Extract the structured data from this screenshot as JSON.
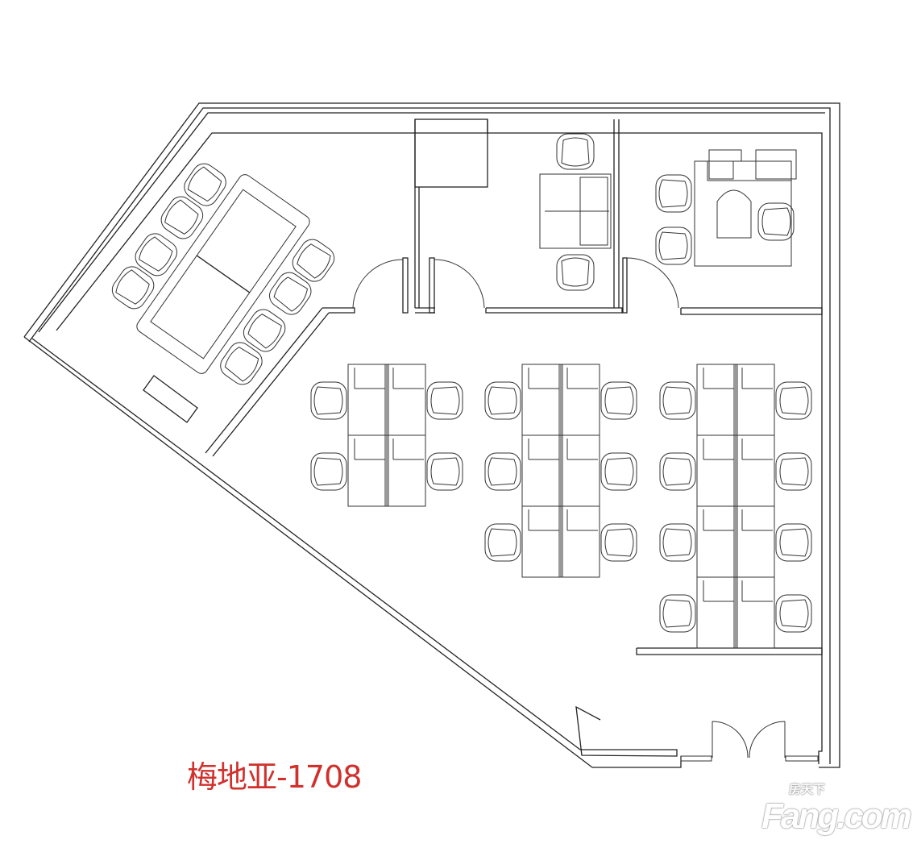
{
  "plan": {
    "unit_label": "梅地亚-1708",
    "label_color": "#d0312d",
    "watermark_cn": "房天下",
    "watermark_en": "Fang.com"
  }
}
